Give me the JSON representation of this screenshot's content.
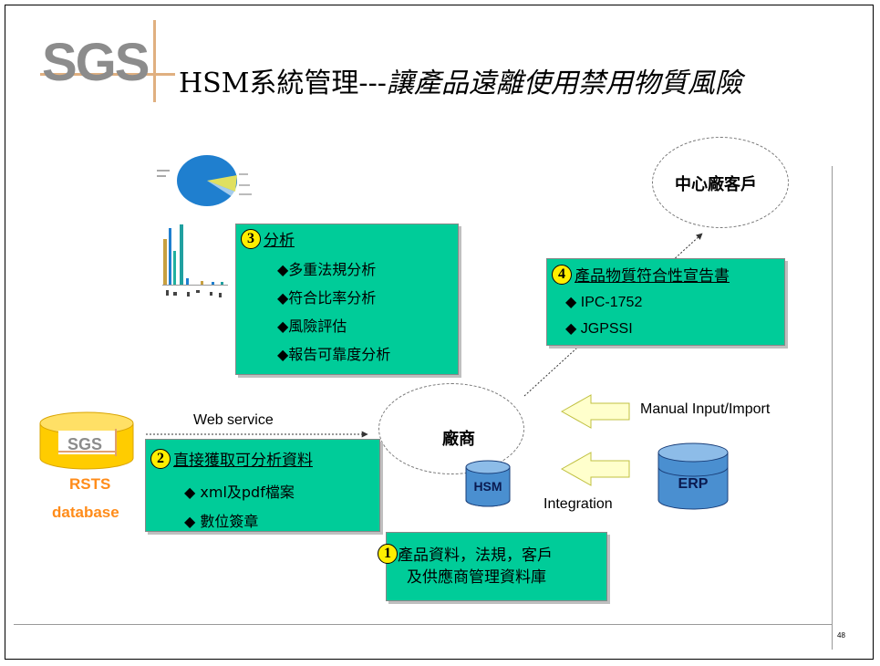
{
  "logo_text": "SGS",
  "title": {
    "main": "HSM系統管理---",
    "sub": "讓產品遠離使用禁用物質風險"
  },
  "client": {
    "label": "中心廠客戶"
  },
  "vendor": {
    "label": "廠商",
    "db_label": "HSM"
  },
  "rsts": {
    "logo_text": "SGS",
    "line1": "RSTS",
    "line2": "database",
    "color": "#ff8c1a"
  },
  "erp": {
    "label": "ERP"
  },
  "arrows": {
    "web_service": "Web service",
    "manual_input": "Manual Input/Import",
    "integration": "Integration"
  },
  "box1": {
    "number": "1",
    "line1": "產品資料，法規，客戶",
    "line2": "及供應商管理資料庫"
  },
  "box2": {
    "number": "2",
    "title": "直接獲取可分析資料",
    "items": [
      "◆ xml及pdf檔案",
      "◆ 數位簽章"
    ]
  },
  "box3": {
    "number": "3",
    "title": "分析",
    "items": [
      "◆多重法規分析",
      "◆符合比率分析",
      "◆風險評估",
      "◆報告可靠度分析"
    ]
  },
  "box4": {
    "number": "4",
    "title": "產品物質符合性宣告書",
    "items": [
      "◆ IPC-1752",
      "◆ JGPSSI"
    ]
  },
  "page_number": "48",
  "colors": {
    "box_fill": "#00cc99",
    "badge": "#ffee00",
    "db_fill": "#4a8fd0",
    "arrow_fill": "#ffffcc"
  }
}
